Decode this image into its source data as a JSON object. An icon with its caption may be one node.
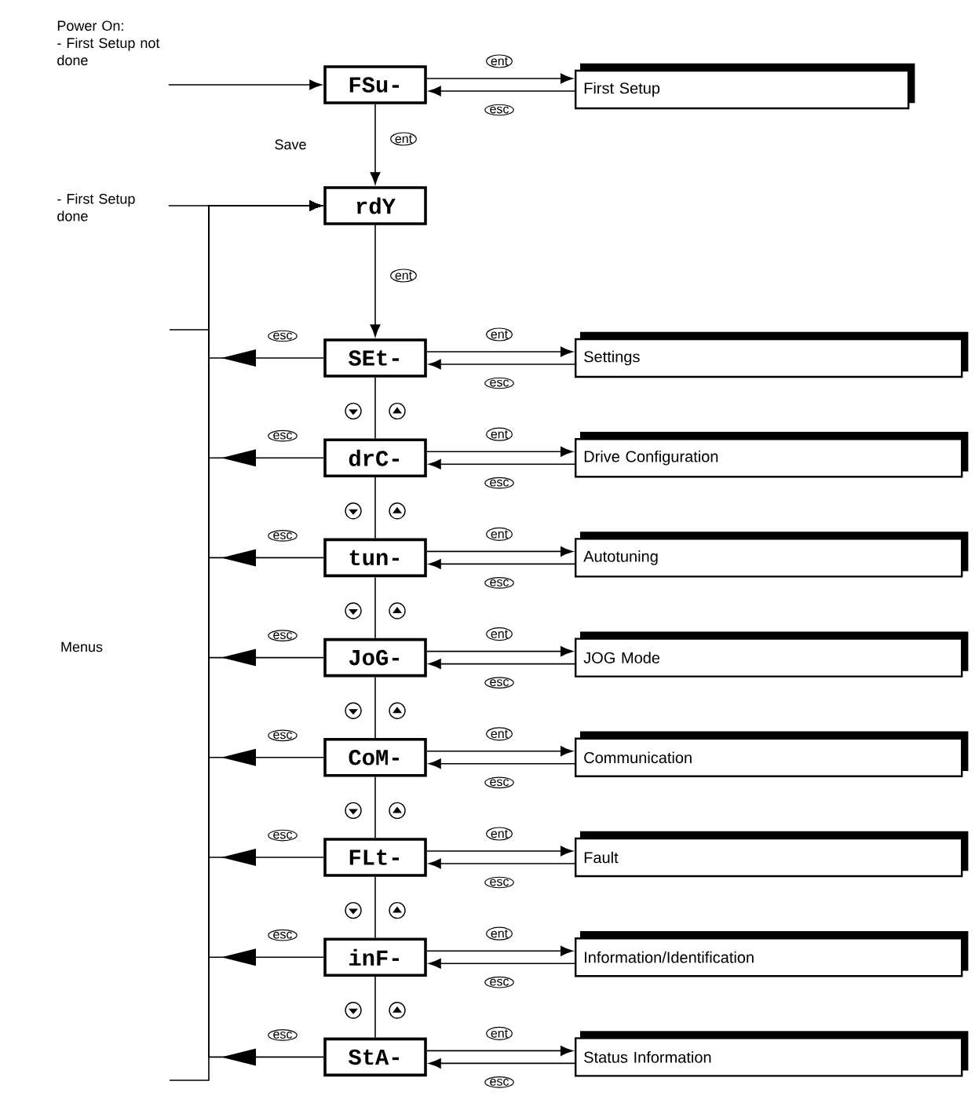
{
  "diagram": {
    "nodes": [
      {
        "text": [
          "Power On:",
          "- First Setup not done"
        ]
      },
      {
        "text": [
          "FSu-"
        ]
      },
      {
        "text": [
          "First Setup"
        ]
      },
      {
        "text": [
          "- First Setup done"
        ]
      },
      {
        "text": [
          "rdY"
        ]
      },
      {
        "text": [
          "SEt-"
        ]
      },
      {
        "text": [
          "Settings"
        ]
      },
      {
        "text": [
          "drC-"
        ]
      },
      {
        "text": [
          "Drive Configuration"
        ]
      },
      {
        "text": [
          "tun-"
        ]
      },
      {
        "text": [
          "Autotuning"
        ]
      },
      {
        "text": [
          "JoG-"
        ]
      },
      {
        "text": [
          "JOG Mode"
        ]
      },
      {
        "text": [
          "CoM-"
        ]
      },
      {
        "text": [
          "Communication"
        ]
      },
      {
        "text": [
          "FLt-"
        ]
      },
      {
        "text": [
          "Fault"
        ]
      },
      {
        "text": [
          "inF-"
        ]
      },
      {
        "text": [
          "Information/Identification"
        ]
      },
      {
        "text": [
          "StA-"
        ]
      },
      {
        "text": [
          "Status Information"
        ]
      }
    ],
    "edges": [
      {
        "from": 0,
        "to": 1,
        "arrow": "to"
      },
      {
        "from": 1,
        "to": 2,
        "arrow": "to",
        "label": "ent"
      },
      {
        "from": 2,
        "to": 1,
        "arrow": "to",
        "label": "esc"
      },
      {
        "from": 1,
        "to": 4,
        "arrow": "to",
        "label": "ent"
      },
      {
        "from": 3,
        "to": 4,
        "arrow": "to"
      },
      {
        "from": 4,
        "to": 5,
        "arrow": "to",
        "label": "ent"
      },
      {
        "from": 5,
        "to": 6,
        "arrow": "to",
        "label": "ent"
      },
      {
        "from": 6,
        "to": 5,
        "arrow": "to",
        "label": "esc"
      },
      {
        "from": 5,
        "to": 4,
        "arrow": "to",
        "label": "esc"
      },
      {
        "from": 5,
        "to": 7,
        "arrow": "none"
      },
      {
        "from": 7,
        "to": 8,
        "arrow": "to",
        "label": "ent"
      },
      {
        "from": 8,
        "to": 7,
        "arrow": "to",
        "label": "esc"
      },
      {
        "from": 7,
        "to": 4,
        "arrow": "to",
        "label": "esc"
      },
      {
        "from": 7,
        "to": 9,
        "arrow": "none"
      },
      {
        "from": 9,
        "to": 10,
        "arrow": "to",
        "label": "ent"
      },
      {
        "from": 10,
        "to": 9,
        "arrow": "to",
        "label": "esc"
      },
      {
        "from": 9,
        "to": 4,
        "arrow": "to",
        "label": "esc"
      },
      {
        "from": 9,
        "to": 11,
        "arrow": "none"
      },
      {
        "from": 11,
        "to": 12,
        "arrow": "to",
        "label": "ent"
      },
      {
        "from": 12,
        "to": 11,
        "arrow": "to",
        "label": "esc"
      },
      {
        "from": 11,
        "to": 4,
        "arrow": "to",
        "label": "esc"
      },
      {
        "from": 11,
        "to": 13,
        "arrow": "none"
      },
      {
        "from": 13,
        "to": 14,
        "arrow": "to",
        "label": "ent"
      },
      {
        "from": 14,
        "to": 13,
        "arrow": "to",
        "label": "esc"
      },
      {
        "from": 13,
        "to": 4,
        "arrow": "to",
        "label": "esc"
      },
      {
        "from": 13,
        "to": 15,
        "arrow": "none"
      },
      {
        "from": 15,
        "to": 16,
        "arrow": "to",
        "label": "ent"
      },
      {
        "from": 16,
        "to": 15,
        "arrow": "to",
        "label": "esc"
      },
      {
        "from": 15,
        "to": 4,
        "arrow": "to",
        "label": "esc"
      },
      {
        "from": 15,
        "to": 17,
        "arrow": "none"
      },
      {
        "from": 17,
        "to": 18,
        "arrow": "to",
        "label": "ent"
      },
      {
        "from": 18,
        "to": 17,
        "arrow": "to",
        "label": "esc"
      },
      {
        "from": 17,
        "to": 4,
        "arrow": "to",
        "label": "esc"
      },
      {
        "from": 17,
        "to": 19,
        "arrow": "none"
      },
      {
        "from": 19,
        "to": 20,
        "arrow": "to",
        "label": "ent"
      },
      {
        "from": 20,
        "to": 19,
        "arrow": "to",
        "label": "esc"
      },
      {
        "from": 19,
        "to": 4,
        "arrow": "to",
        "label": "esc"
      }
    ],
    "labels": [
      "Save",
      "Menus"
    ]
  }
}
